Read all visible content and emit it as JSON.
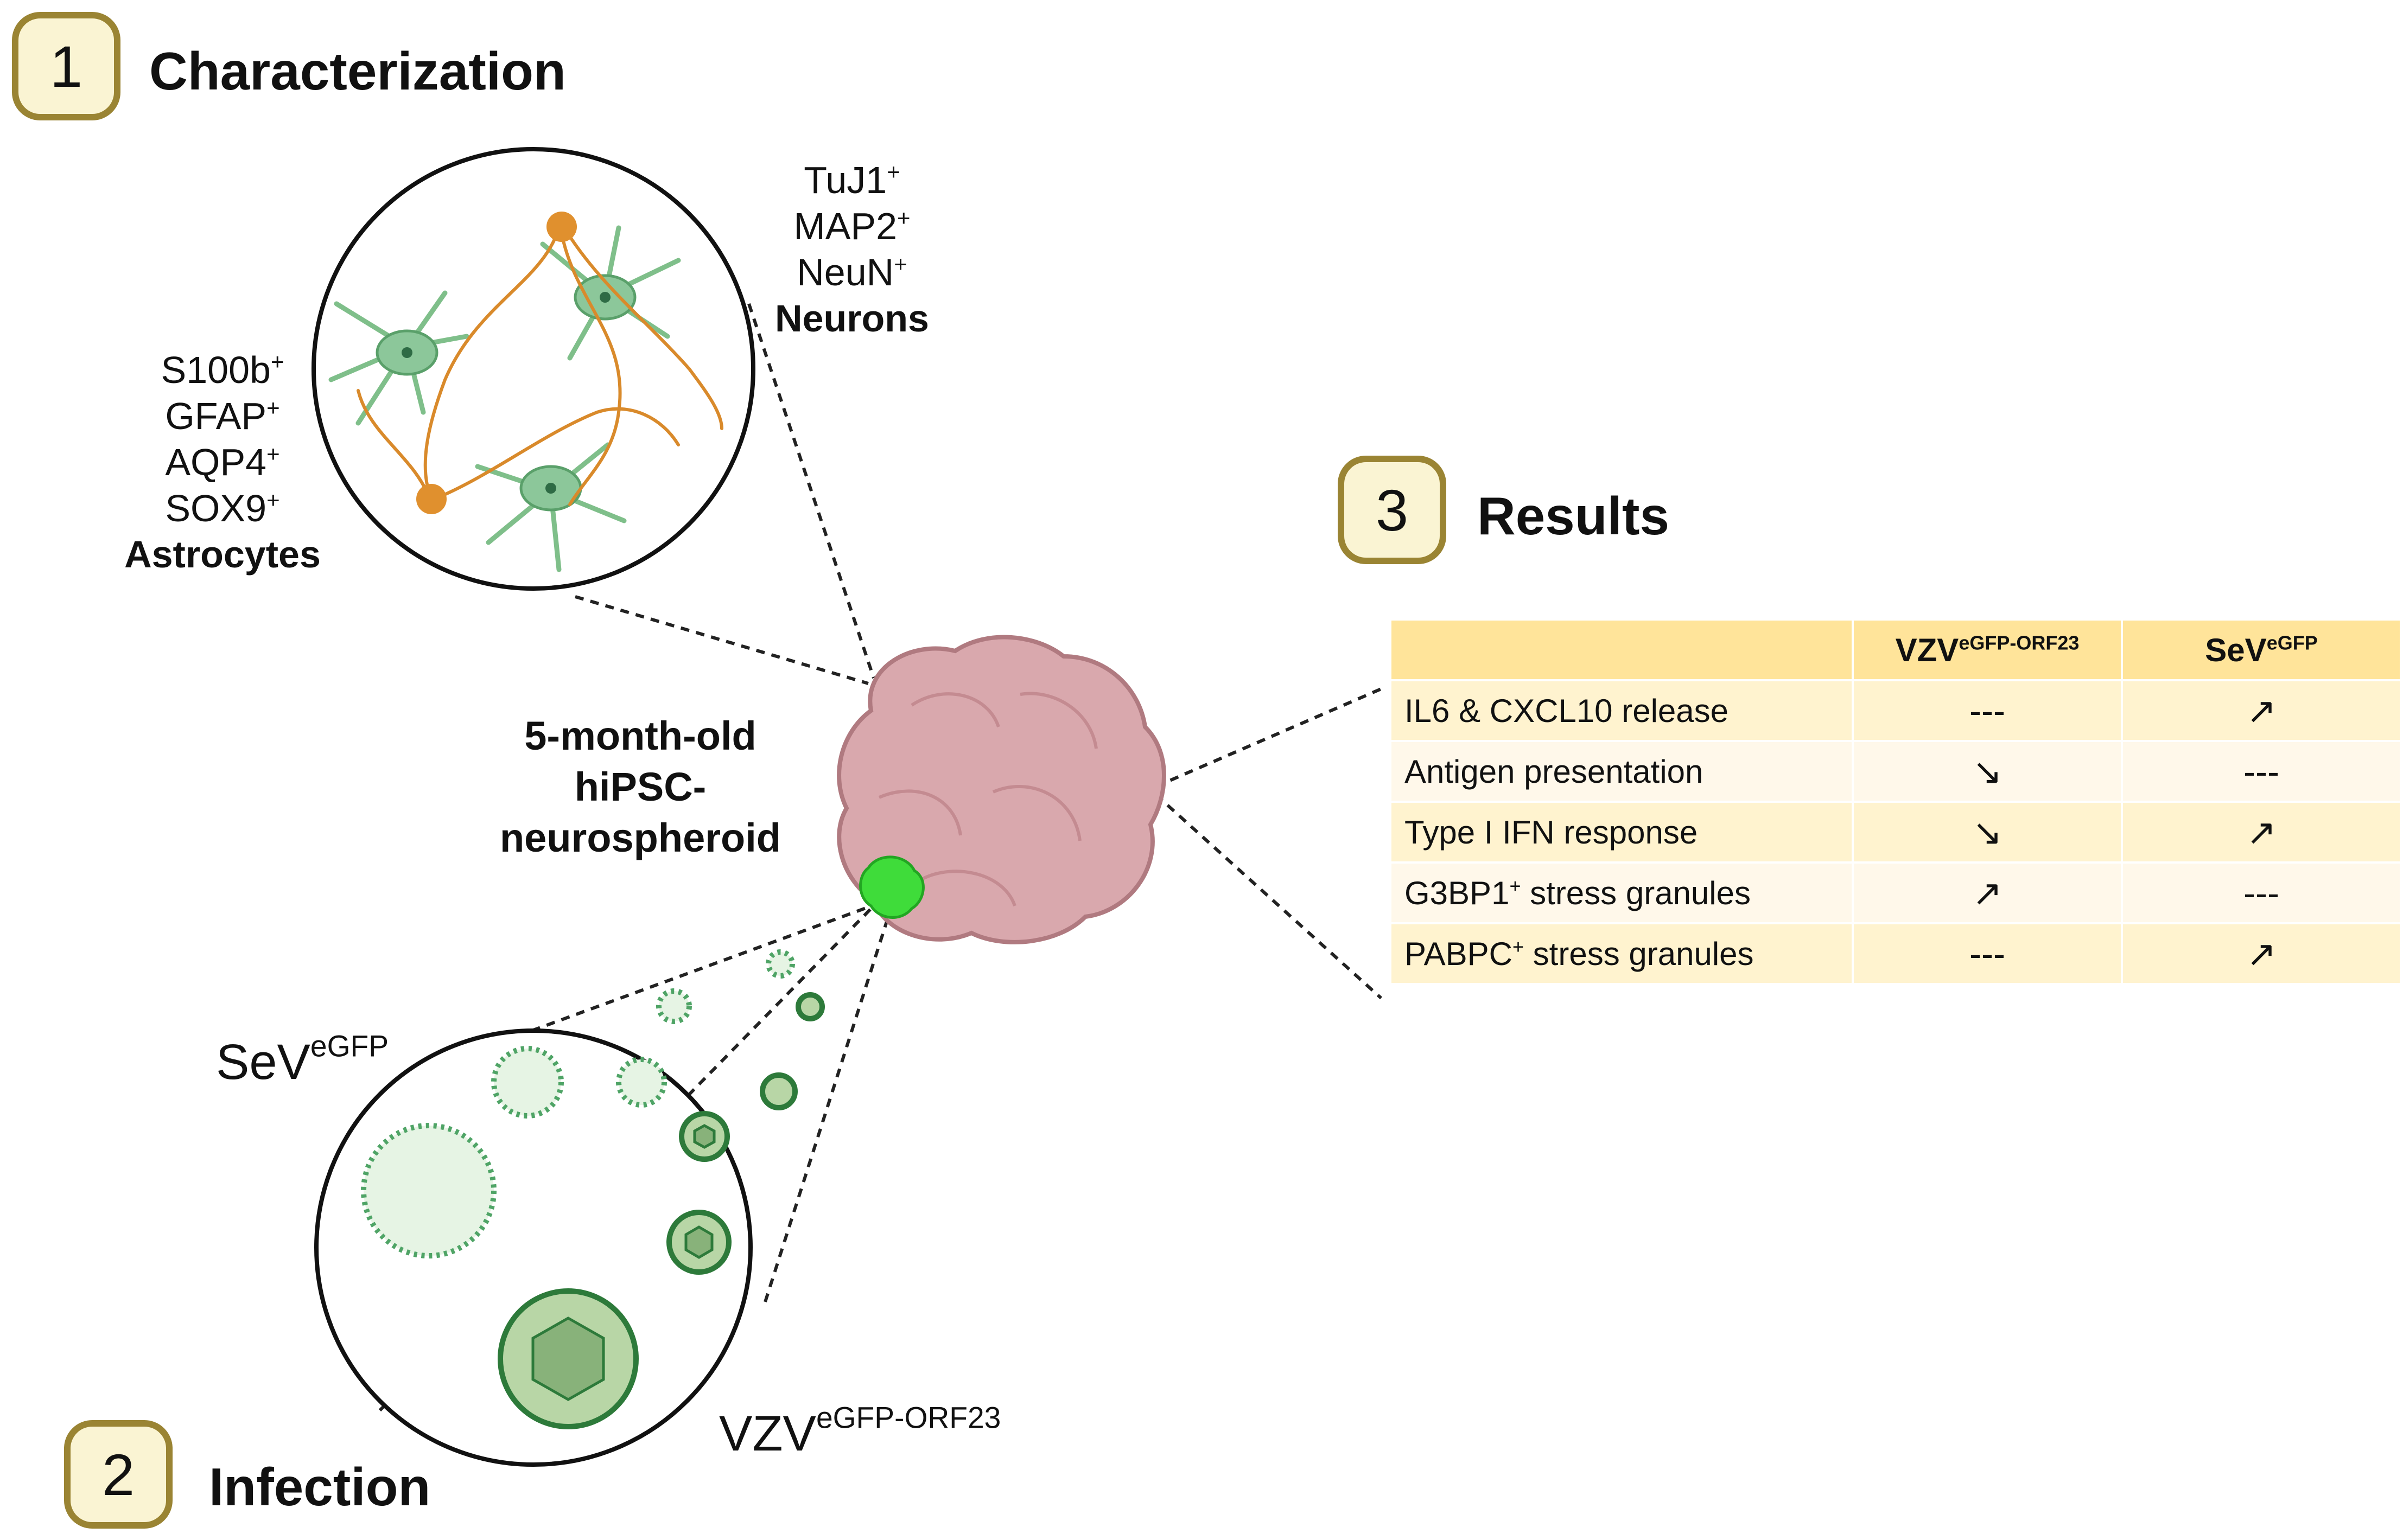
{
  "steps": [
    {
      "number": "1",
      "title": "Characterization"
    },
    {
      "number": "2",
      "title": "Infection"
    },
    {
      "number": "3",
      "title": "Results"
    }
  ],
  "neurons": {
    "markers": [
      {
        "name": "TuJ1",
        "sup": "+"
      },
      {
        "name": "MAP2",
        "sup": "+"
      },
      {
        "name": "NeuN",
        "sup": "+"
      }
    ],
    "label": "Neurons"
  },
  "astrocytes": {
    "markers": [
      {
        "name": "S100b",
        "sup": "+"
      },
      {
        "name": "GFAP",
        "sup": "+"
      },
      {
        "name": "AQP4",
        "sup": "+"
      },
      {
        "name": "SOX9",
        "sup": "+"
      }
    ],
    "label": "Astrocytes"
  },
  "spheroid": {
    "lines": [
      "5-month-old",
      "hiPSC-",
      "neurospheroid"
    ]
  },
  "viruses": [
    {
      "name": "SeV",
      "sup": "eGFP"
    },
    {
      "name": "VZV",
      "sup": "eGFP-ORF23"
    }
  ],
  "colors": {
    "badge_border": "#9a8433",
    "badge_fill": "#faf4d3",
    "neuron": "#7fbf8a",
    "astrocyte": "#d98a2b",
    "spheroid": "#d9a8ad",
    "infection": "#3fdc3a",
    "table_header": "#ffe49a"
  },
  "table": {
    "columns": [
      {
        "name": "",
        "sup": ""
      },
      {
        "name": "VZV",
        "sup": "eGFP-ORF23"
      },
      {
        "name": "SeV",
        "sup": "eGFP"
      }
    ],
    "rows": [
      {
        "label": "IL6 & CXCL10 release",
        "label_sup": "",
        "label_rest": "",
        "vzv": "---",
        "sev": "↗"
      },
      {
        "label": "Antigen presentation",
        "label_sup": "",
        "label_rest": "",
        "vzv": "↘",
        "sev": "---"
      },
      {
        "label": "Type I IFN response",
        "label_sup": "",
        "label_rest": "",
        "vzv": "↘",
        "sev": "↗"
      },
      {
        "label": "G3BP1",
        "label_sup": "+",
        "label_rest": " stress granules",
        "vzv": "↗",
        "sev": "---"
      },
      {
        "label": "PABPC",
        "label_sup": "+",
        "label_rest": " stress granules",
        "vzv": "---",
        "sev": "↗"
      }
    ]
  }
}
